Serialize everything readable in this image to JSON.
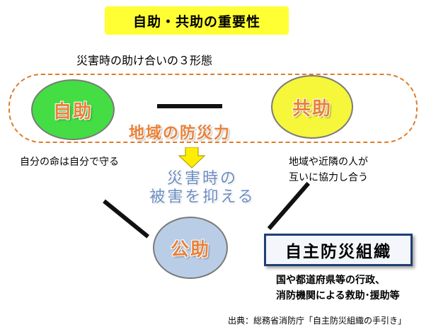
{
  "title": "自助・共助の重要性",
  "subtitle": "災害時の助け合いの３形態",
  "nodes": {
    "jijo": "自助",
    "kyojo": "共助",
    "kojo": "公助"
  },
  "region_label": "地域の防災力",
  "notes": {
    "jijo": "自分の命は自分で守る",
    "kyojo_line1": "地域や近隣の人が",
    "kyojo_line2": "互いに協力し合う",
    "kojo_line1": "国や都道府県等の行政、",
    "kojo_line2": "消防機関による救助･援助等"
  },
  "goal_line1": "災害時の",
  "goal_line2": "被害を抑える",
  "organization": "自主防災組織",
  "source": "出典：総務省消防庁「自主防災組織の手引き」",
  "colors": {
    "title_bg": "#ffff33",
    "jijo_fill": "#44dd44",
    "kyojo_fill": "#f6f63a",
    "kojo_fill": "#b9cde6",
    "node_text": "#e8823a",
    "region_border": "#e07b28",
    "goal_text": "#6b8dc2",
    "org_border": "#1f3f76",
    "arrow_fill": "#ffee00"
  },
  "icons": [
    "down-arrow-icon"
  ]
}
